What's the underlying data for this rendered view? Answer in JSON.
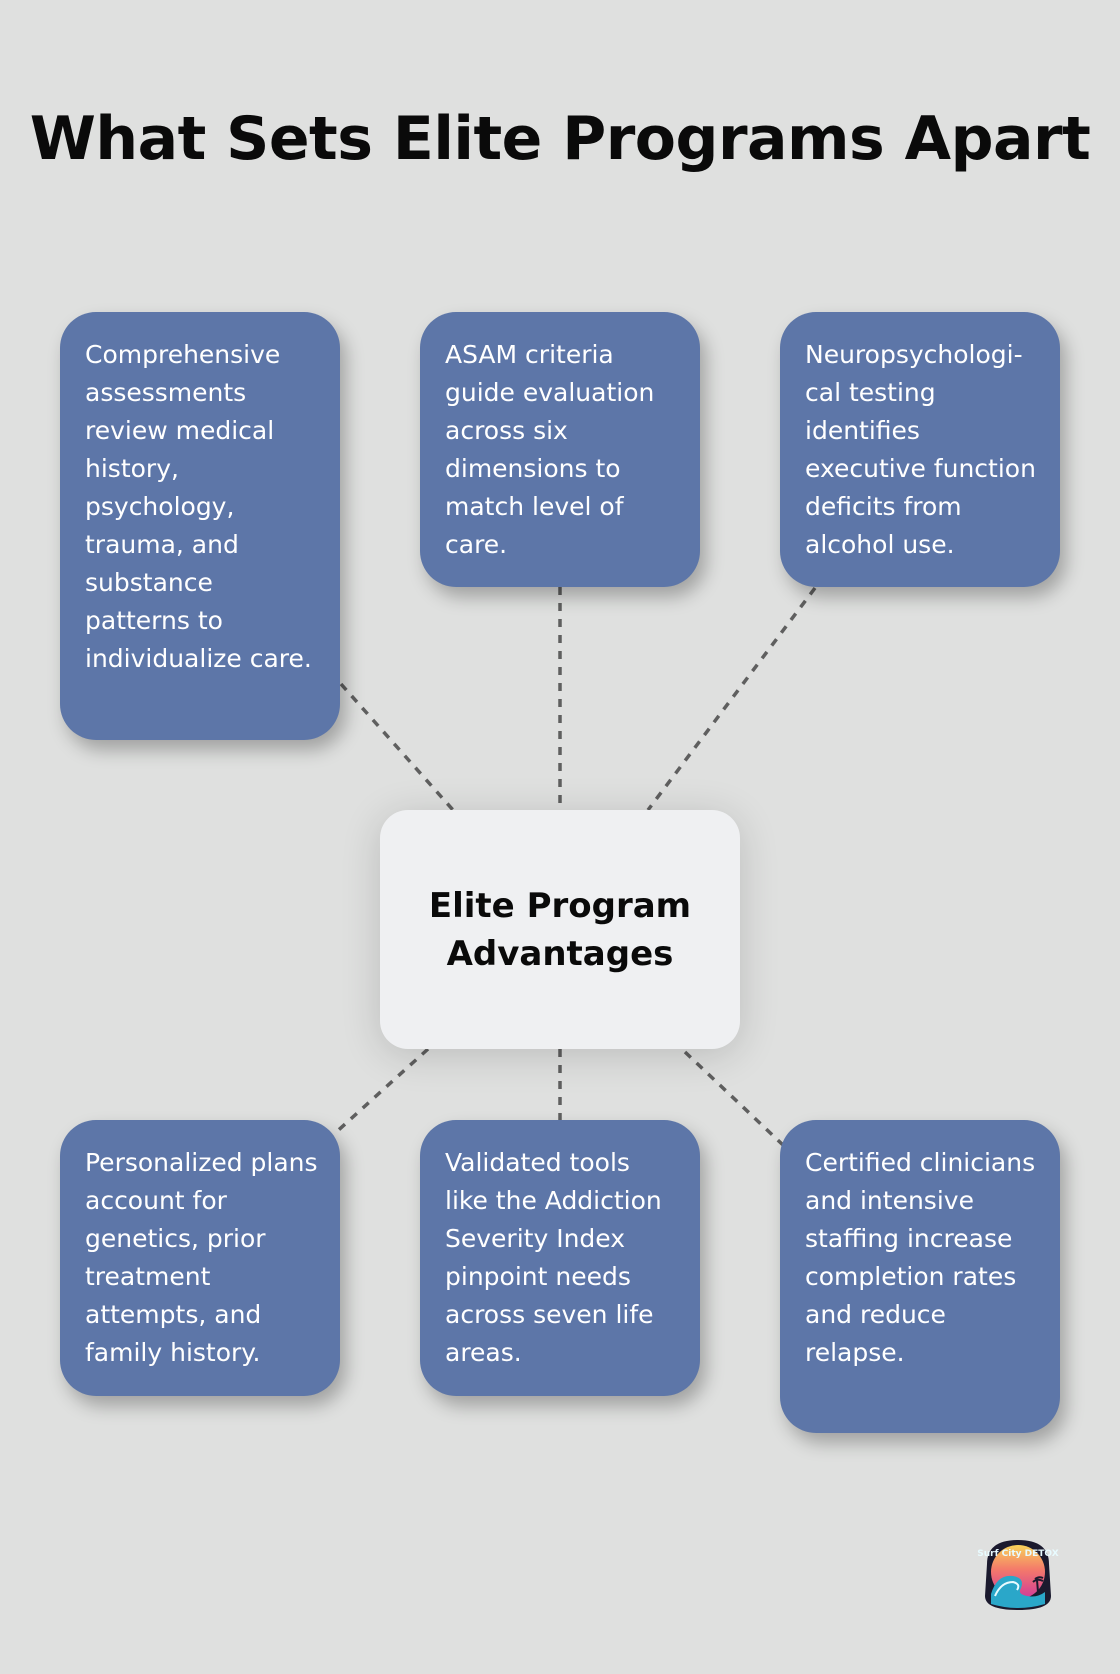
{
  "title": "What Sets Elite Programs Apart",
  "center": {
    "label": "Elite Program Advantages"
  },
  "cards": [
    {
      "text": "Comprehensive assessments review medical history, psychology, trauma, and substance patterns to individualize care."
    },
    {
      "text": "ASAM criteria guide evaluation across six dimensions to match level of care."
    },
    {
      "text": "Neuropsychologi-cal testing identifies executive function deficits from alcohol use."
    },
    {
      "text": "Personalized plans account for genetics, prior treatment attempts, and family history."
    },
    {
      "text": "Validated tools like the Addiction Severity Index pinpoint needs across seven life areas."
    },
    {
      "text": "Certified clinicians and intensive staffing increase completion rates and reduce relapse."
    }
  ],
  "logo": {
    "icon": "surf-city-detox-logo-icon",
    "text": "Surf City DETOX"
  },
  "colors": {
    "background": "#dfe0df",
    "card": "#5d76a8",
    "center": "#eff0f2",
    "connector": "#5f5f5f"
  }
}
